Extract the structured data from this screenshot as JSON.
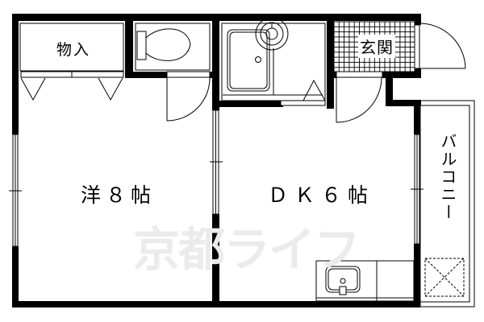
{
  "floor_plan": {
    "rooms": {
      "storage": {
        "label": "物入"
      },
      "entrance": {
        "label": "玄関"
      },
      "western_room": {
        "label": "洋８帖"
      },
      "dining_kitchen": {
        "label": "ＤＫ６帖"
      },
      "balcony": {
        "label": "バルコニー"
      },
      "toilet": {
        "label": ""
      },
      "bathroom": {
        "label": ""
      }
    },
    "watermark": {
      "text": "京都ライフ"
    },
    "colors": {
      "wall": "#000000",
      "background": "#ffffff",
      "watermark": "#ebebeb"
    }
  }
}
